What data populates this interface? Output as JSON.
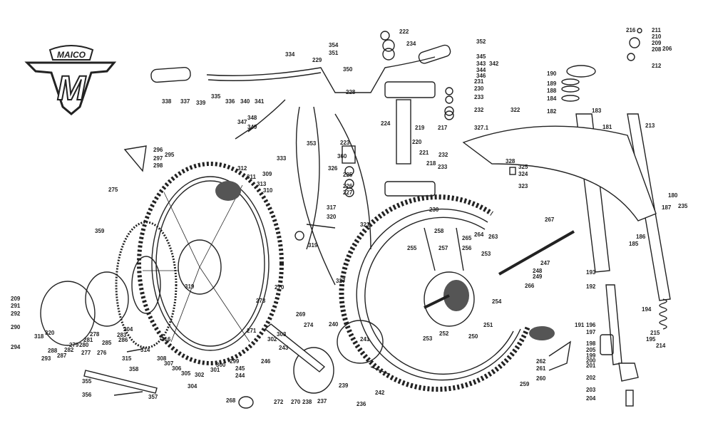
{
  "logo": {
    "brand": "MAICO",
    "letter": "M"
  },
  "colors": {
    "ink": "#222222",
    "paper": "#ffffff",
    "shade": "#555555"
  },
  "labels": [
    "222",
    "354",
    "351",
    "234",
    "352",
    "334",
    "229",
    "350",
    "345",
    "343",
    "342",
    "344",
    "346",
    "231",
    "230",
    "233",
    "232",
    "228",
    "338",
    "337",
    "339",
    "335",
    "336",
    "340",
    "341",
    "348",
    "347",
    "349",
    "224",
    "219",
    "217",
    "327.1",
    "322",
    "220",
    "221",
    "232",
    "218",
    "233",
    "223",
    "360",
    "353",
    "333",
    "326",
    "225",
    "226",
    "227",
    "328",
    "325",
    "324",
    "323",
    "296",
    "297",
    "295",
    "298",
    "312",
    "311",
    "309",
    "313",
    "310",
    "275",
    "317",
    "320",
    "321",
    "319",
    "359",
    "230",
    "258",
    "265",
    "264",
    "263",
    "255",
    "257",
    "256",
    "253",
    "267",
    "247",
    "248",
    "249",
    "266",
    "254",
    "193",
    "192",
    "194",
    "319",
    "327",
    "270",
    "273",
    "269",
    "274",
    "271",
    "303",
    "302",
    "240",
    "241",
    "251",
    "252",
    "250",
    "253",
    "191",
    "196",
    "197",
    "198",
    "205",
    "199",
    "200",
    "201",
    "215",
    "195",
    "214",
    "185",
    "186",
    "187",
    "180",
    "235",
    "181",
    "213",
    "190",
    "189",
    "188",
    "184",
    "182",
    "183",
    "216",
    "211",
    "210",
    "209",
    "208",
    "206",
    "212",
    "262",
    "261",
    "260",
    "259",
    "202",
    "203",
    "204",
    "242",
    "236",
    "239",
    "209",
    "291",
    "292",
    "290",
    "294",
    "318",
    "320",
    "278",
    "204",
    "283",
    "286",
    "281",
    "279",
    "280",
    "285",
    "282",
    "277",
    "276",
    "288",
    "287",
    "293",
    "316",
    "314",
    "315",
    "308",
    "307",
    "306",
    "305",
    "302",
    "304",
    "301",
    "300",
    "299",
    "245",
    "244",
    "246",
    "243",
    "358",
    "355",
    "356",
    "357",
    "268",
    "272",
    "270",
    "238",
    "237"
  ]
}
